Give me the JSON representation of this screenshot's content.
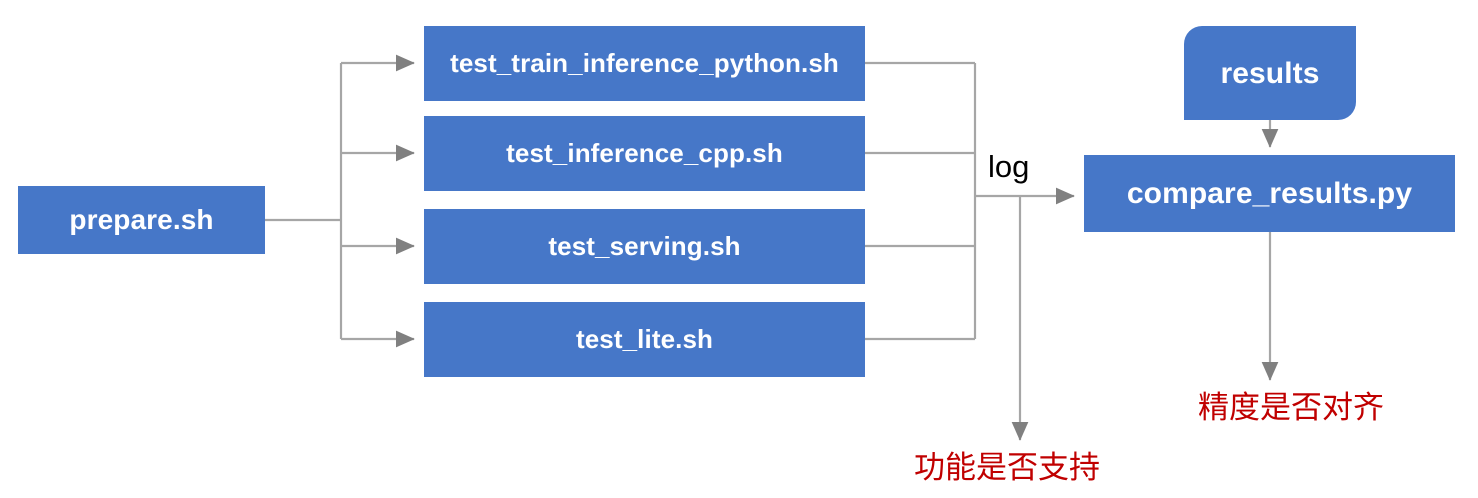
{
  "diagram": {
    "title": "PaddlePaddle TIPC test pipeline",
    "colors": {
      "node_fill": "#4677C8",
      "node_text": "#FFFFFF",
      "connector": "#A6A6A6",
      "annotation_text": "#C00000",
      "label_text": "#000000",
      "background": "#FFFFFF"
    },
    "entry": {
      "label": "prepare.sh"
    },
    "tests": [
      {
        "label": "test_train_inference_python.sh"
      },
      {
        "label": "test_inference_cpp.sh"
      },
      {
        "label": "test_serving.sh"
      },
      {
        "label": "test_lite.sh"
      }
    ],
    "results_node": {
      "label": "results"
    },
    "compare_node": {
      "label": "compare_results.py"
    },
    "connector_labels": {
      "log": "log"
    },
    "annotations": [
      {
        "name": "function-supported",
        "label": "功能是否支持"
      },
      {
        "name": "precision-aligned",
        "label": "精度是否对齐"
      }
    ]
  }
}
